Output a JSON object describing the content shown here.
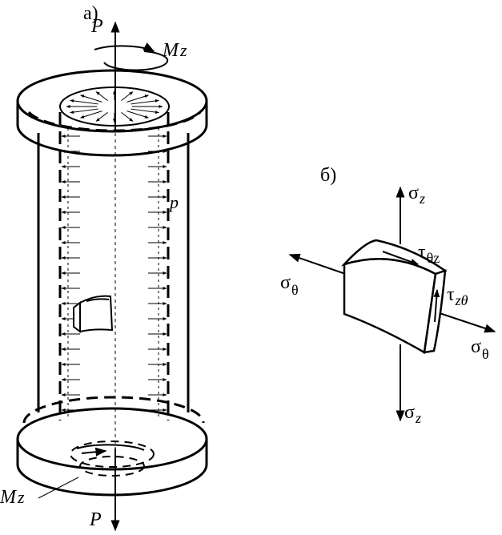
{
  "panel_a": {
    "label": "а)",
    "force_top": "P",
    "force_bottom": "P",
    "moment_top": "M",
    "moment_top_sub": "z",
    "moment_bottom": "M",
    "moment_bottom_sub": "z",
    "pressure": "p"
  },
  "panel_b": {
    "label": "б)",
    "sigma_z_top": "σ",
    "sigma_z_top_sub": "z",
    "sigma_z_bottom": "σ",
    "sigma_z_bottom_sub": "z",
    "sigma_theta_left": "σ",
    "sigma_theta_left_sub": "θ",
    "sigma_theta_right": "σ",
    "sigma_theta_right_sub": "θ",
    "tau_theta_z": "τ",
    "tau_theta_z_sub": "θz",
    "tau_z_theta": "τ",
    "tau_z_theta_sub": "zθ"
  }
}
